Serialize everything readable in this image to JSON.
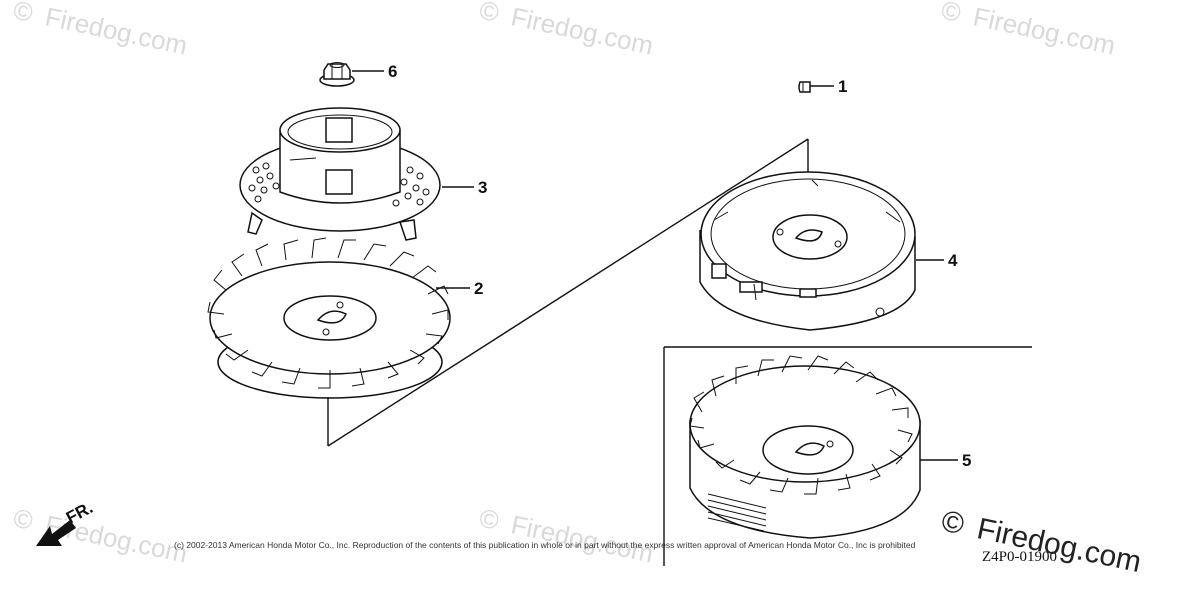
{
  "watermark": {
    "text": "Firedog.com",
    "symbol": "©"
  },
  "callouts": [
    {
      "id": "1"
    },
    {
      "id": "2"
    },
    {
      "id": "3"
    },
    {
      "id": "4"
    },
    {
      "id": "5"
    },
    {
      "id": "6"
    }
  ],
  "direction_indicator": {
    "label": "FR."
  },
  "copyright": "(c) 2002-2013 American Honda Motor Co., Inc. Reproduction of the contents of this publication in whole or in part without the express written approval of American Honda Motor Co., Inc is prohibited",
  "diagram_code": "Z4P0-01900"
}
